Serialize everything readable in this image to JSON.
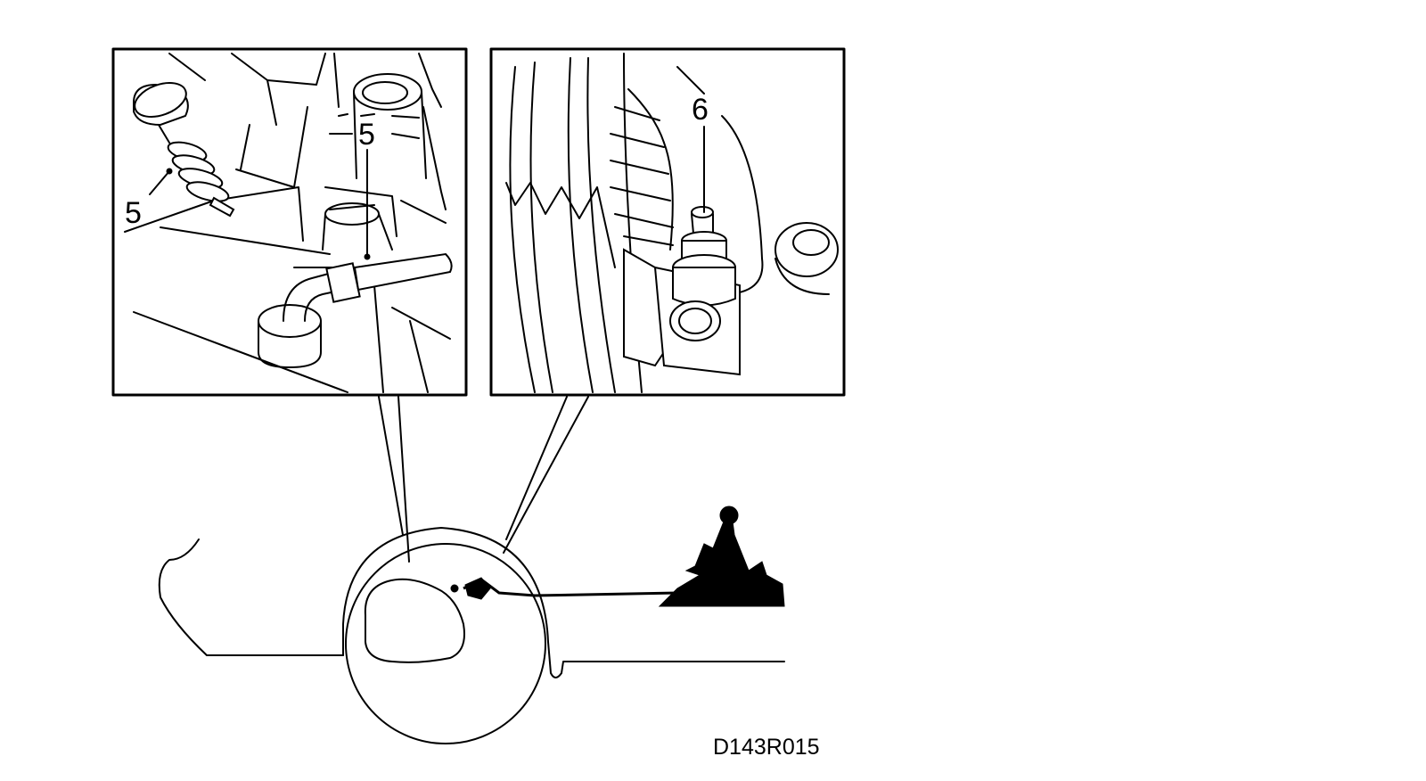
{
  "diagram": {
    "figure_code": "D143R015",
    "callouts": {
      "left_inset_label_top": "5",
      "left_inset_label_left": "5",
      "right_inset_label": "6"
    },
    "colors": {
      "ink": "#000000",
      "paper": "#ffffff"
    }
  }
}
